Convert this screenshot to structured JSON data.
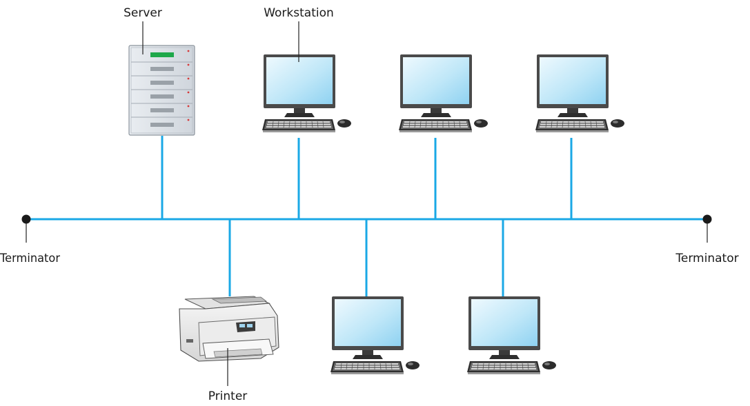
{
  "diagram": {
    "labels": {
      "server": "Server",
      "workstation": "Workstation",
      "terminator_left": "Terminator",
      "terminator_right": "Terminator",
      "printer": "Printer"
    },
    "colors": {
      "cable": "#1aa8e6",
      "screen_light": "#e6f6fd",
      "screen_dark": "#9ed9f3",
      "server_led": "#1ea84a",
      "terminator": "#1a1a1a"
    },
    "nodes": [
      {
        "id": "server",
        "type": "server",
        "icon": "server-icon"
      },
      {
        "id": "workstation-1",
        "type": "workstation",
        "icon": "workstation-icon"
      },
      {
        "id": "workstation-2",
        "type": "workstation",
        "icon": "workstation-icon"
      },
      {
        "id": "workstation-3",
        "type": "workstation",
        "icon": "workstation-icon"
      },
      {
        "id": "printer",
        "type": "printer",
        "icon": "printer-icon"
      },
      {
        "id": "workstation-4",
        "type": "workstation",
        "icon": "workstation-icon"
      },
      {
        "id": "workstation-5",
        "type": "workstation",
        "icon": "workstation-icon"
      }
    ]
  }
}
